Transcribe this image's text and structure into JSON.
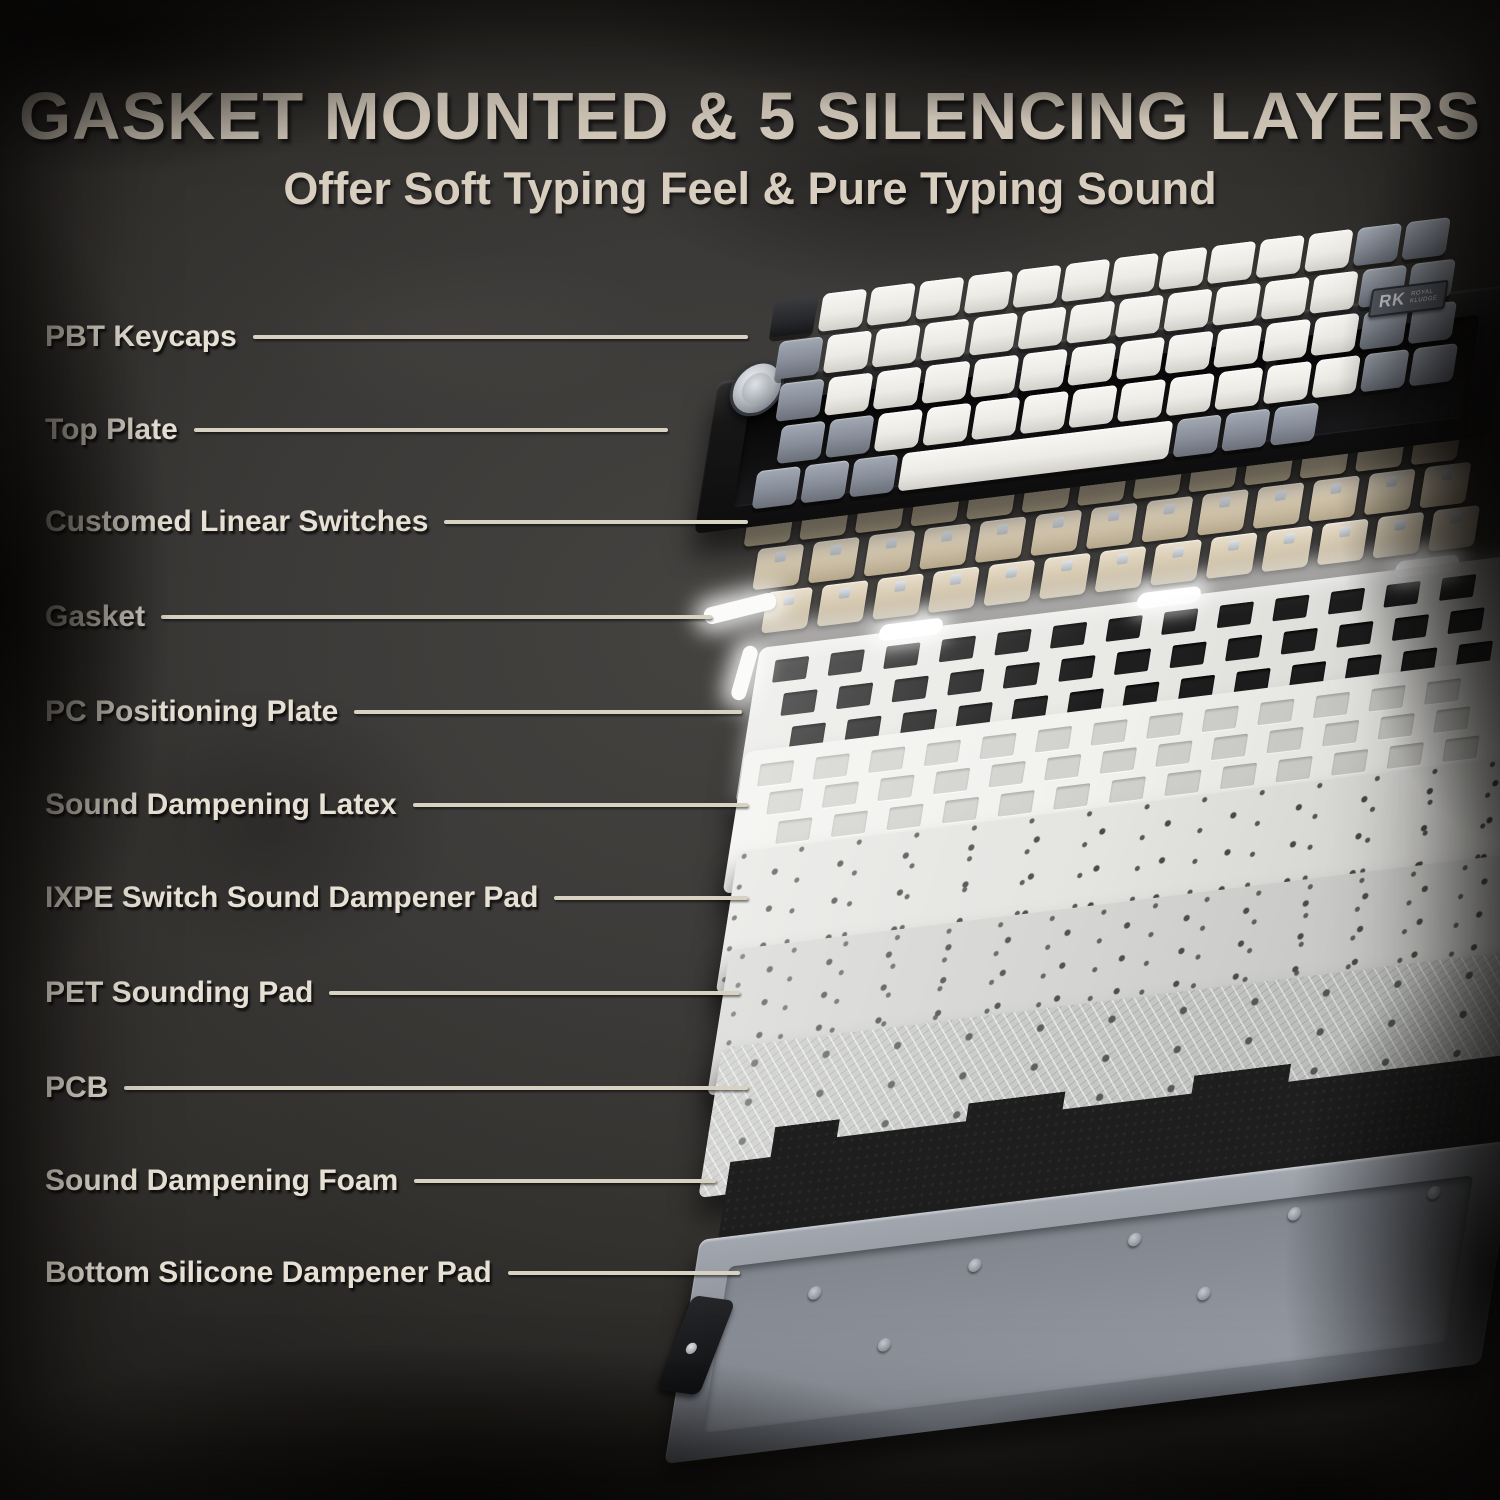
{
  "page": {
    "title": "GASKET MOUNTED & 5 SILENCING LAYERS",
    "subtitle": "Offer Soft Typing Feel & Pure Typing Sound"
  },
  "labels": [
    {
      "text": "PBT Keycaps",
      "layer": "keycaps"
    },
    {
      "text": "Top Plate",
      "layer": "top-plate"
    },
    {
      "text": "Customed Linear Switches",
      "layer": "switches"
    },
    {
      "text": "Gasket",
      "layer": "gasket"
    },
    {
      "text": "PC Positioning Plate",
      "layer": "pc-positioning-plate"
    },
    {
      "text": "Sound Dampening Latex",
      "layer": "sound-dampening-latex"
    },
    {
      "text": "IXPE Switch Sound Dampener Pad",
      "layer": "ixpe-pad"
    },
    {
      "text": "PET Sounding Pad",
      "layer": "pet-pad"
    },
    {
      "text": "PCB",
      "layer": "pcb"
    },
    {
      "text": "Sound Dampening Foam",
      "layer": "sound-dampening-foam"
    },
    {
      "text": "Bottom Silicone Dampener Pad",
      "layer": "bottom-silicone-pad"
    }
  ],
  "brand": {
    "short": "RK",
    "line1": "ROYAL",
    "line2": "KLUDGE"
  },
  "colors": {
    "title_text": "#d9cfc0",
    "label_text": "#e7e1d5",
    "callout_line": "#d8d2c2",
    "background": "#3c3a38",
    "frame_black": "#070605",
    "keycap_white": "#f0efec",
    "keycap_gray": "#868c98",
    "keycap_black": "#26282b",
    "top_case_black": "#141415",
    "knob_silver": "#c3c7cc",
    "switch_tan": "#d6c9b0",
    "gasket_white": "#fbfbfa",
    "positioning_plate_white": "#e9e9e6",
    "latex_white": "#f1f1ee",
    "ixpe_white": "#e4e4e1",
    "pet_gray": "#d4d5d2",
    "pcb_gray": "#c6c8c5",
    "foam_black": "#1e1e1f",
    "bottom_case_gray": "#8d929b"
  }
}
